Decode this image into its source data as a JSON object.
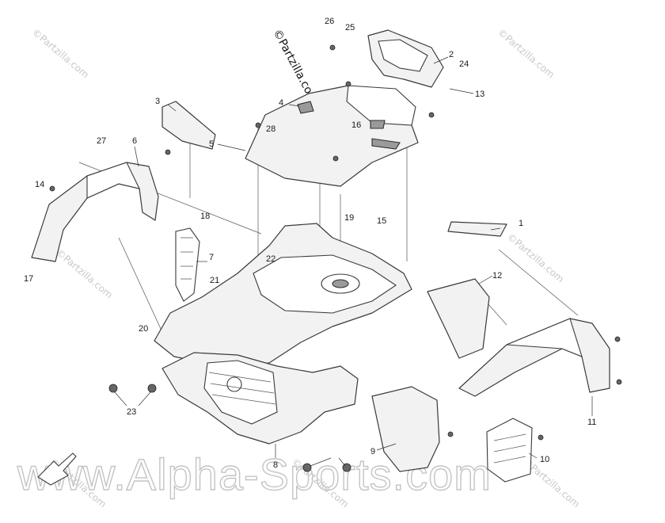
{
  "watermarks": {
    "primary": "©Partzilla.com",
    "corner": "©Partzilla.com",
    "site": "www.Alpha-Sports.com"
  },
  "callouts": [
    "1",
    "2",
    "3",
    "4",
    "5",
    "6",
    "7",
    "8",
    "9",
    "10",
    "11",
    "12",
    "13",
    "14",
    "15",
    "16",
    "17",
    "18",
    "19",
    "20",
    "21",
    "22",
    "23",
    "24",
    "25",
    "26",
    "27",
    "28"
  ],
  "colors": {
    "line": "#3a3a3a",
    "fill": "#f2f2f2",
    "watermark": "#c4c4c4"
  }
}
